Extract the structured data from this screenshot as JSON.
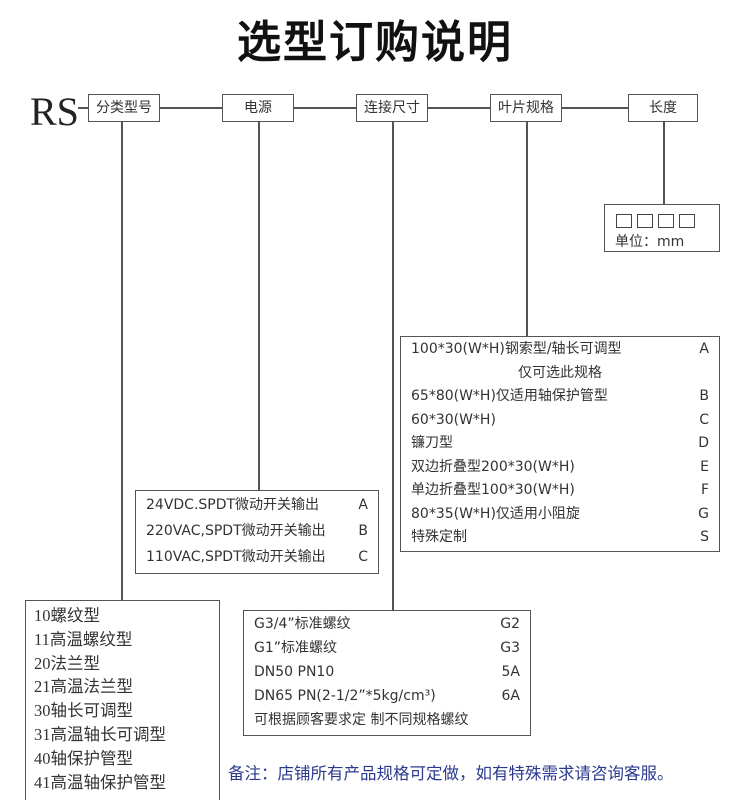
{
  "title": "选型订购说明",
  "prefix": "RS",
  "header_labels": {
    "model_type": "分类型号",
    "power": "电源",
    "connection_size": "连接尺寸",
    "blade_spec": "叶片规格",
    "length": "长度"
  },
  "length_box": {
    "placeholder_count": 4,
    "unit": "单位：mm"
  },
  "blade_options": [
    {
      "label": "100*30(W*H)钢索型/轴长可调型",
      "code": "A"
    },
    {
      "label": "仅可选此规格",
      "code": "",
      "centered": true
    },
    {
      "label": "65*80(W*H)仅适用轴保护管型",
      "code": "B"
    },
    {
      "label": "60*30(W*H)",
      "code": "C"
    },
    {
      "label": "镰刀型",
      "code": "D"
    },
    {
      "label": "双边折叠型200*30(W*H)",
      "code": "E"
    },
    {
      "label": "单边折叠型100*30(W*H)",
      "code": "F"
    },
    {
      "label": "80*35(W*H)仅适用小阻旋",
      "code": "G"
    },
    {
      "label": "特殊定制",
      "code": "S"
    }
  ],
  "power_options": [
    {
      "label": "24VDC.SPDT微动开关输出",
      "code": "A"
    },
    {
      "label": "220VAC,SPDT微动开关输出",
      "code": "B"
    },
    {
      "label": "110VAC,SPDT微动开关输出",
      "code": "C"
    }
  ],
  "connection_options": [
    {
      "label": "G3/4”标准螺纹",
      "code": "G2"
    },
    {
      "label": "G1”标准螺纹",
      "code": "G3"
    },
    {
      "label": "DN50  PN10",
      "code": "5A"
    },
    {
      "label": "DN65  PN(2-1/2”*5kg/cm³)",
      "code": "6A"
    },
    {
      "label": "可根据顾客要求定  制不同规格螺纹",
      "code": ""
    }
  ],
  "model_options": [
    {
      "label": "10螺纹型"
    },
    {
      "label": "11高温螺纹型"
    },
    {
      "label": "20法兰型"
    },
    {
      "label": "21高温法兰型"
    },
    {
      "label": "30轴长可调型"
    },
    {
      "label": "31高温轴长可调型"
    },
    {
      "label": "40轴保护管型"
    },
    {
      "label": "41高温轴保护管型"
    }
  ],
  "footer_note": "备注：店铺所有产品规格可定做，如有特殊需求请咨询客服。"
}
